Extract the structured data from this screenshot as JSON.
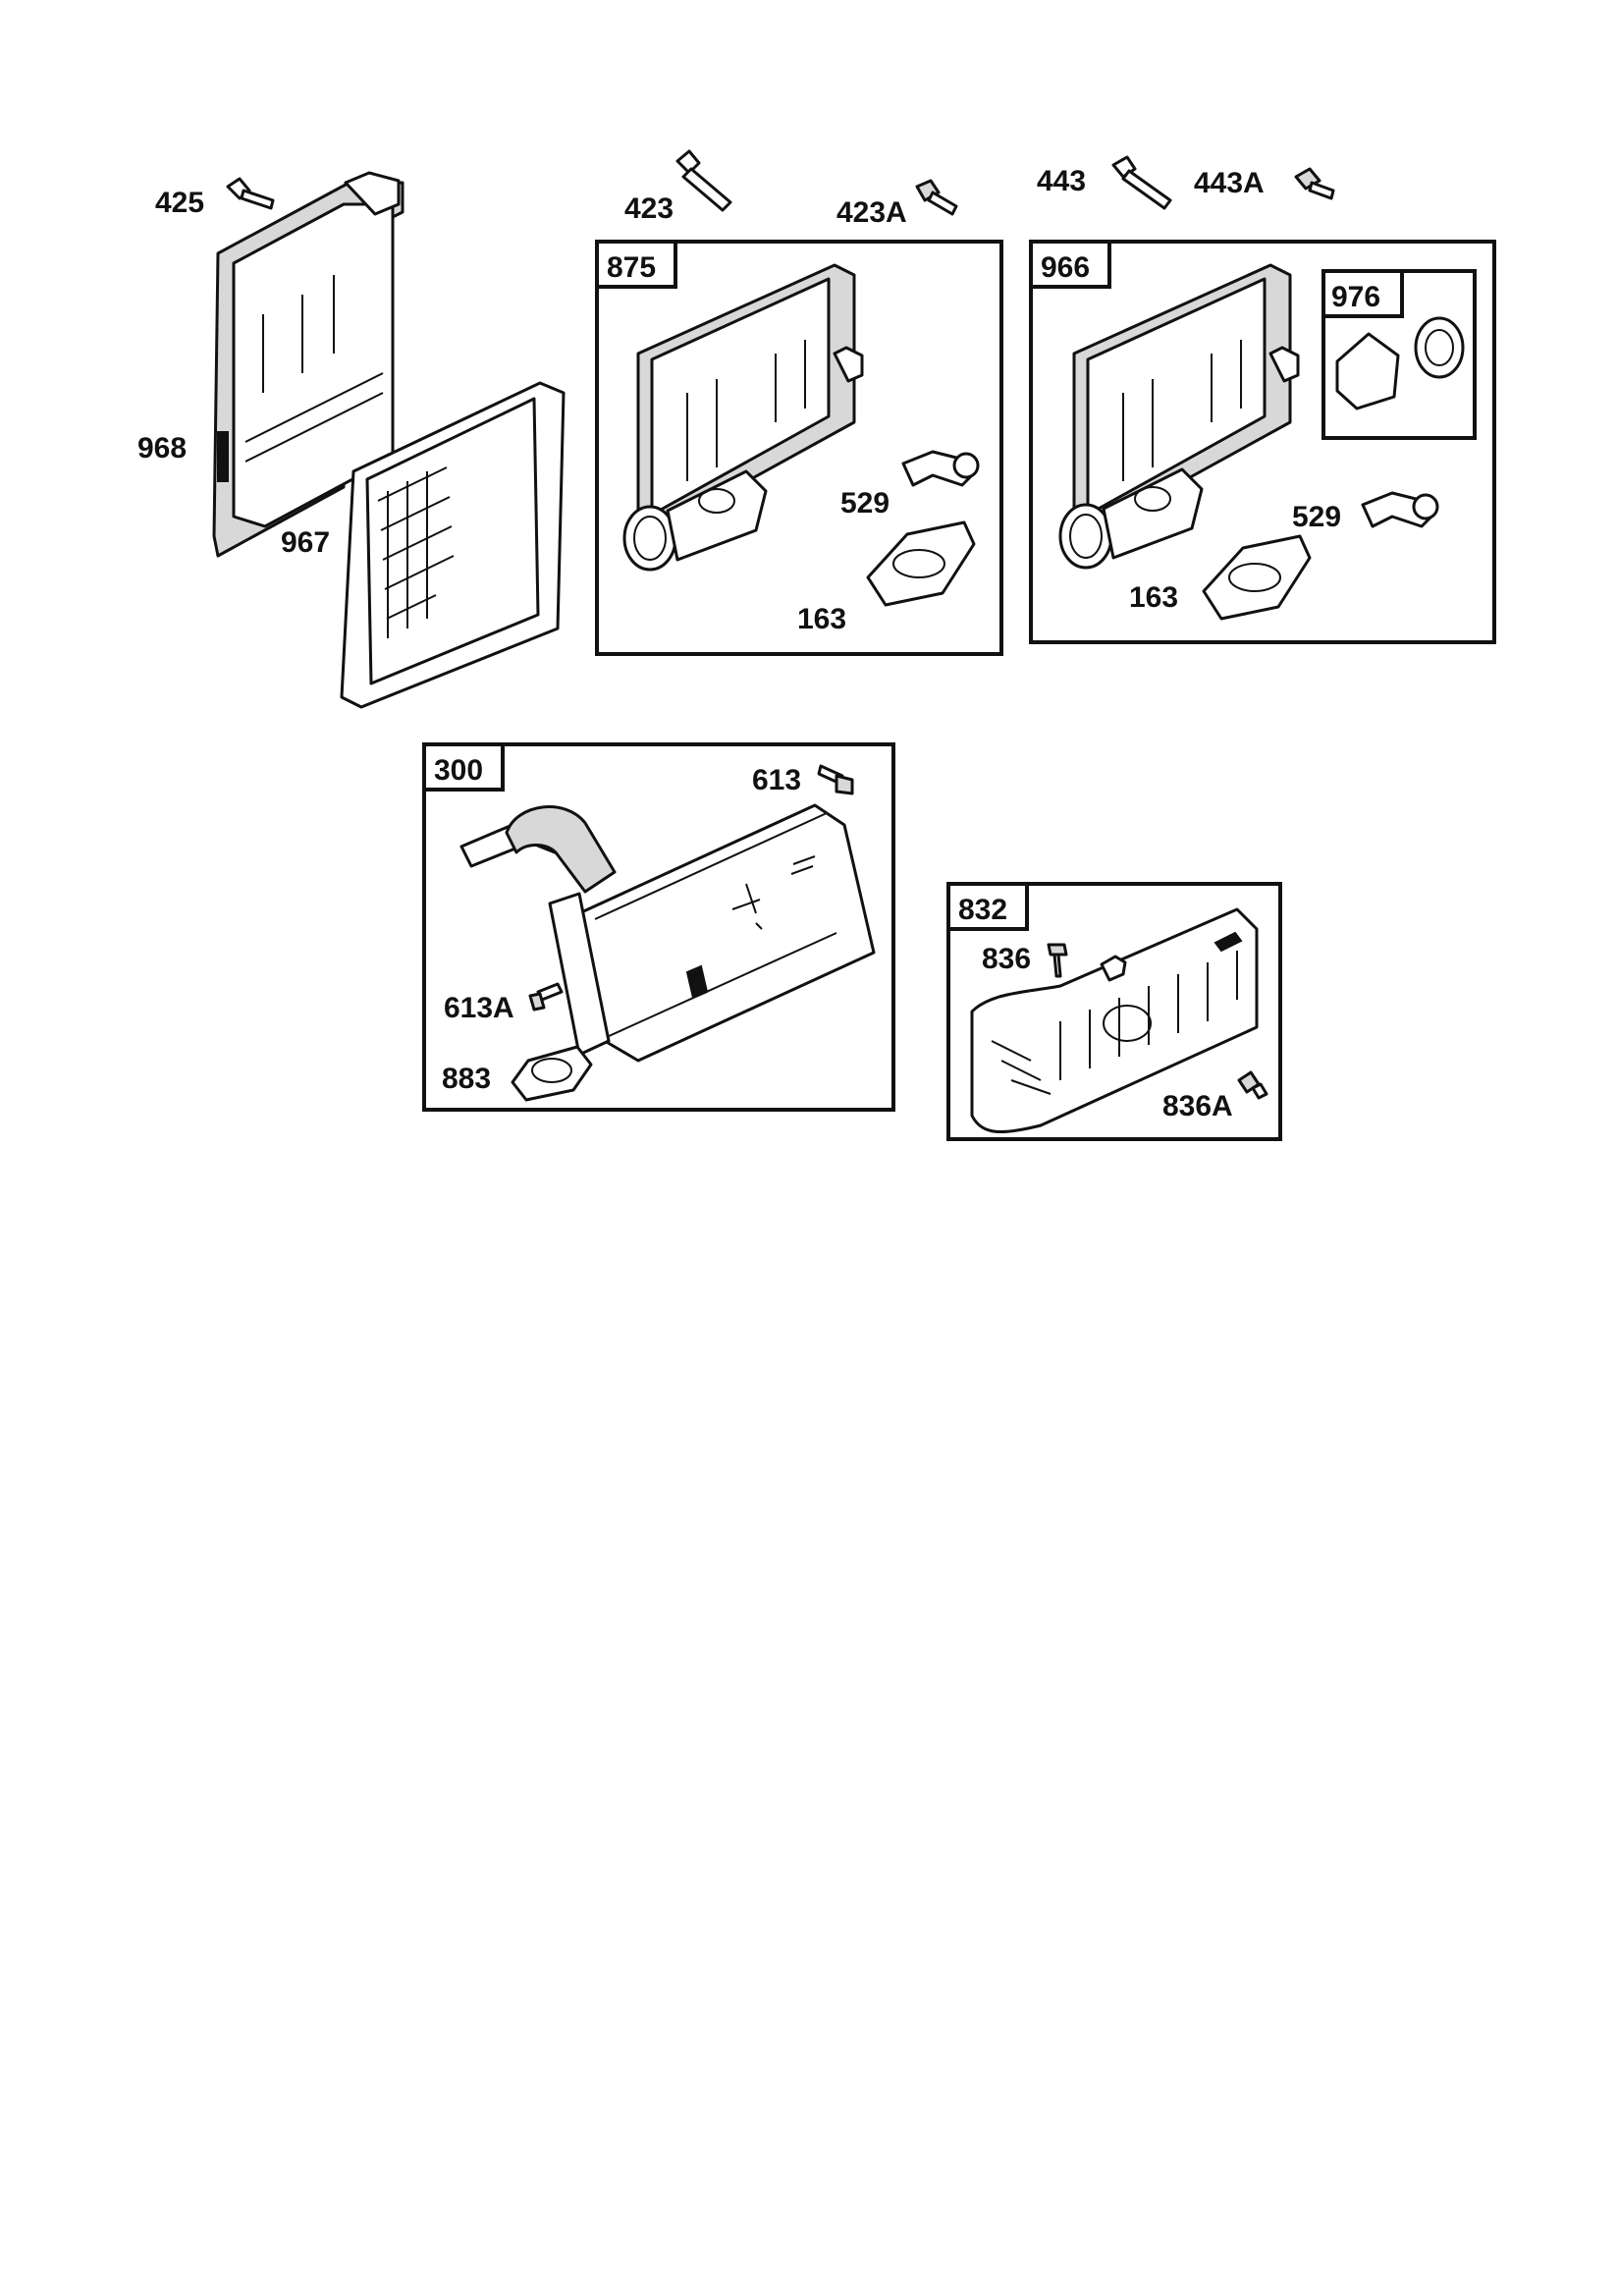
{
  "labels": {
    "l425": "425",
    "l968": "968",
    "l967": "967",
    "l423": "423",
    "l423A": "423A",
    "l443": "443",
    "l443A": "443A",
    "l875": "875",
    "l529a": "529",
    "l163a": "163",
    "l966": "966",
    "l976": "976",
    "l529b": "529",
    "l163b": "163",
    "l300": "300",
    "l613": "613",
    "l613A": "613A",
    "l883": "883",
    "l832": "832",
    "l836": "836",
    "l836A": "836A"
  }
}
